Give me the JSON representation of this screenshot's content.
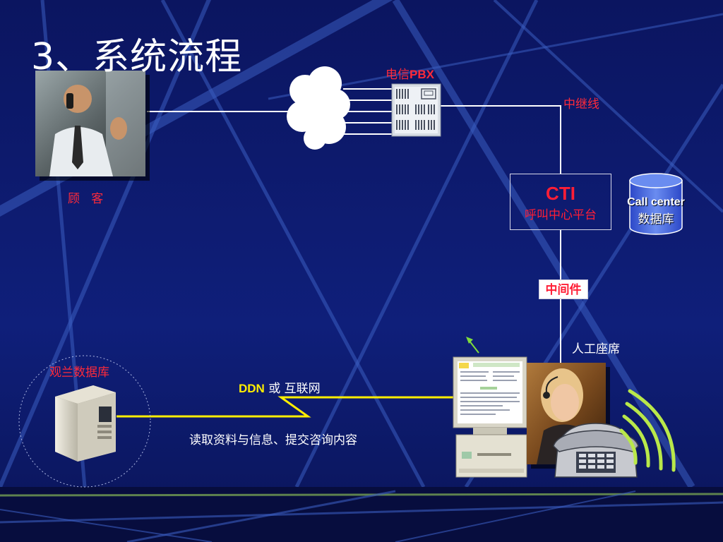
{
  "slide": {
    "title": "3、系统流程"
  },
  "nodes": {
    "pbx": {
      "prefix": "电信",
      "suffix": "PBX"
    },
    "trunk_line": "中继线",
    "customer": "顾   客",
    "cti": {
      "main": "CTI",
      "sub": "呼叫中心平台"
    },
    "callcenter_db": {
      "line1": "Call center",
      "line2": "数据库"
    },
    "middleware": "中间件",
    "agent": "人工座席",
    "guanlan_db": "观兰数据库",
    "network": {
      "prefix": "DDN",
      "suffix": " 或 互联网"
    },
    "read_action": "读取资料与信息、提交咨询内容"
  },
  "colors": {
    "background": "#0d1a6e",
    "accent_red": "#ff1e36",
    "line_white": "#ffffff",
    "line_yellow": "#ffee00",
    "db_blue": "#4a6ee0",
    "wave_green": "#b9e84a"
  },
  "icons": [
    "customer-photo",
    "cloud-icon",
    "pbx-switch-icon",
    "database-cylinder-icon",
    "server-icon",
    "computer-terminal-icon",
    "agent-photo",
    "telephone-icon",
    "arrow-icon",
    "signal-wave-icon"
  ]
}
